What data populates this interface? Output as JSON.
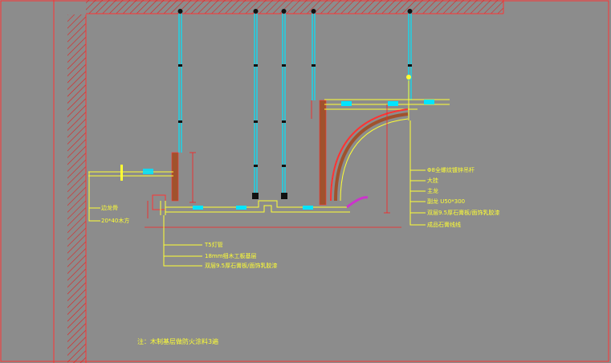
{
  "colors": {
    "background": "#8c8c8c",
    "wall_outline": "#ff3333",
    "hatch": "#e02020",
    "hanger_rod": "#00e5ff",
    "board": "#ffff33",
    "keel": "#a0522d",
    "callout": "#ffff33",
    "dimension": "#ff2020",
    "lamp": "#cc33cc"
  },
  "left_callouts": {
    "items": [
      "边龙骨",
      "20*40木方"
    ]
  },
  "bottom_callouts": {
    "items": [
      "T5灯管",
      "18mm细木工板基层",
      "双层9.5厚石膏板/面饰乳胶漆"
    ]
  },
  "right_callouts": {
    "items": [
      "Φ8全螺纹镀锌吊杆",
      "大挂",
      "主龙",
      "副龙 U50*300",
      "双层9.5厚石膏板/面饰乳胶漆",
      "成品石膏线线"
    ]
  },
  "note": {
    "text": "注：木制基层做防火涂料3遍"
  }
}
